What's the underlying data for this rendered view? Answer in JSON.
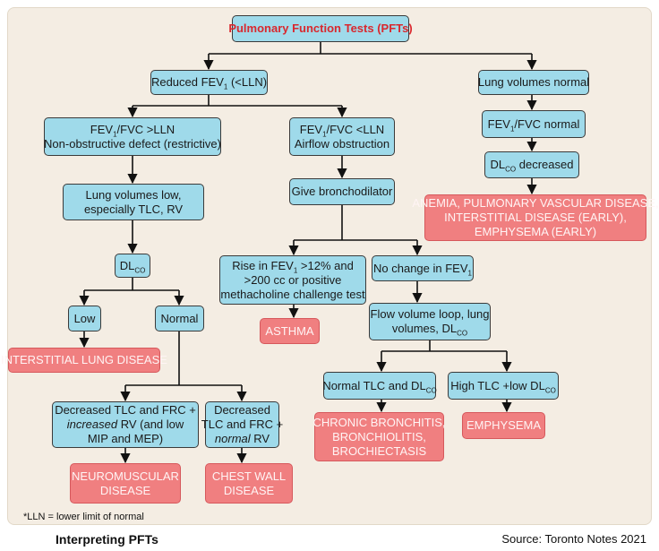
{
  "title": "Pulmonary Function Tests (PFTs)",
  "left_branch": {
    "label": "Reduced FEV",
    "sub": "1",
    "tail": " (<LLN)"
  },
  "restrictive": {
    "line1_a": "FEV",
    "line1_sub": "1",
    "line1_b": "/FVC >LLN",
    "line2": "Non-obstructive defect (restrictive)"
  },
  "lung_volumes_low": {
    "line1": "Lung volumes low,",
    "line2": "especially TLC, RV"
  },
  "dlco_left": {
    "label": "DL",
    "sub": "CO"
  },
  "low": "Low",
  "normal": "Normal",
  "interstitial_lung_disease": "INTERSTITIAL LUNG DISEASE",
  "neuromuscular_criteria": {
    "line1": "Decreased TLC and FRC +",
    "line2_italic": "increased",
    "line2_rest": " RV (and low",
    "line3": "MIP and MEP)"
  },
  "chest_wall_criteria": {
    "line1": "Decreased",
    "line2": "TLC and FRC +",
    "line3_italic": "normal",
    "line3_rest": " RV"
  },
  "neuromuscular_disease": {
    "line1": "NEUROMUSCULAR",
    "line2": "DISEASE"
  },
  "chest_wall_disease": {
    "line1": "CHEST WALL",
    "line2": "DISEASE"
  },
  "obstructive": {
    "line1_a": "FEV",
    "line1_sub": "1",
    "line1_b": "/FVC <LLN",
    "line2": "Airflow obstruction"
  },
  "bronchodilator": "Give bronchodilator",
  "rise_fev1": {
    "line1_a": "Rise in FEV",
    "line1_sub": "1",
    "line1_b": " >12% and",
    "line2": ">200 cc or positive",
    "line3": "methacholine challenge test"
  },
  "asthma": "ASTHMA",
  "no_change": {
    "label": "No change in FEV",
    "sub": "1"
  },
  "flow_volume": {
    "line1": "Flow volume loop, lung",
    "line2_a": "volumes, DL",
    "line2_sub": "CO"
  },
  "normal_tlc": {
    "label": "Normal TLC and DL",
    "sub": "CO"
  },
  "high_tlc": {
    "label": "High TLC +low DL",
    "sub": "CO"
  },
  "chronic_bronchitis": {
    "line1": "CHRONIC BRONCHITIS,",
    "line2": "BRONCHIOLITIS,",
    "line3": "BROCHIECTASIS"
  },
  "emphysema": "EMPHYSEMA",
  "right_branch": "Lung volumes normal",
  "fev1_fvc_normal": {
    "a": "FEV",
    "sub": "1",
    "b": "/FVC normal"
  },
  "dlco_decreased": {
    "a": "DL",
    "sub": "CO",
    "b": " decreased"
  },
  "anemia": {
    "line1": "ANEMIA, PULMONARY VASCULAR DISEASE,",
    "line2": "INTERSTITIAL DISEASE (EARLY),",
    "line3": "EMPHYSEMA (EARLY)"
  },
  "footnote": "*LLN = lower limit of normal",
  "caption": "Interpreting PFTs",
  "source": "Source: Toronto Notes 2021",
  "colors": {
    "panel_bg": "#f4ede3",
    "node_fill": "#9fdaea",
    "outcome_fill": "#f07f80",
    "outcome_text": "#e8383d",
    "title_text": "#d9282e"
  }
}
